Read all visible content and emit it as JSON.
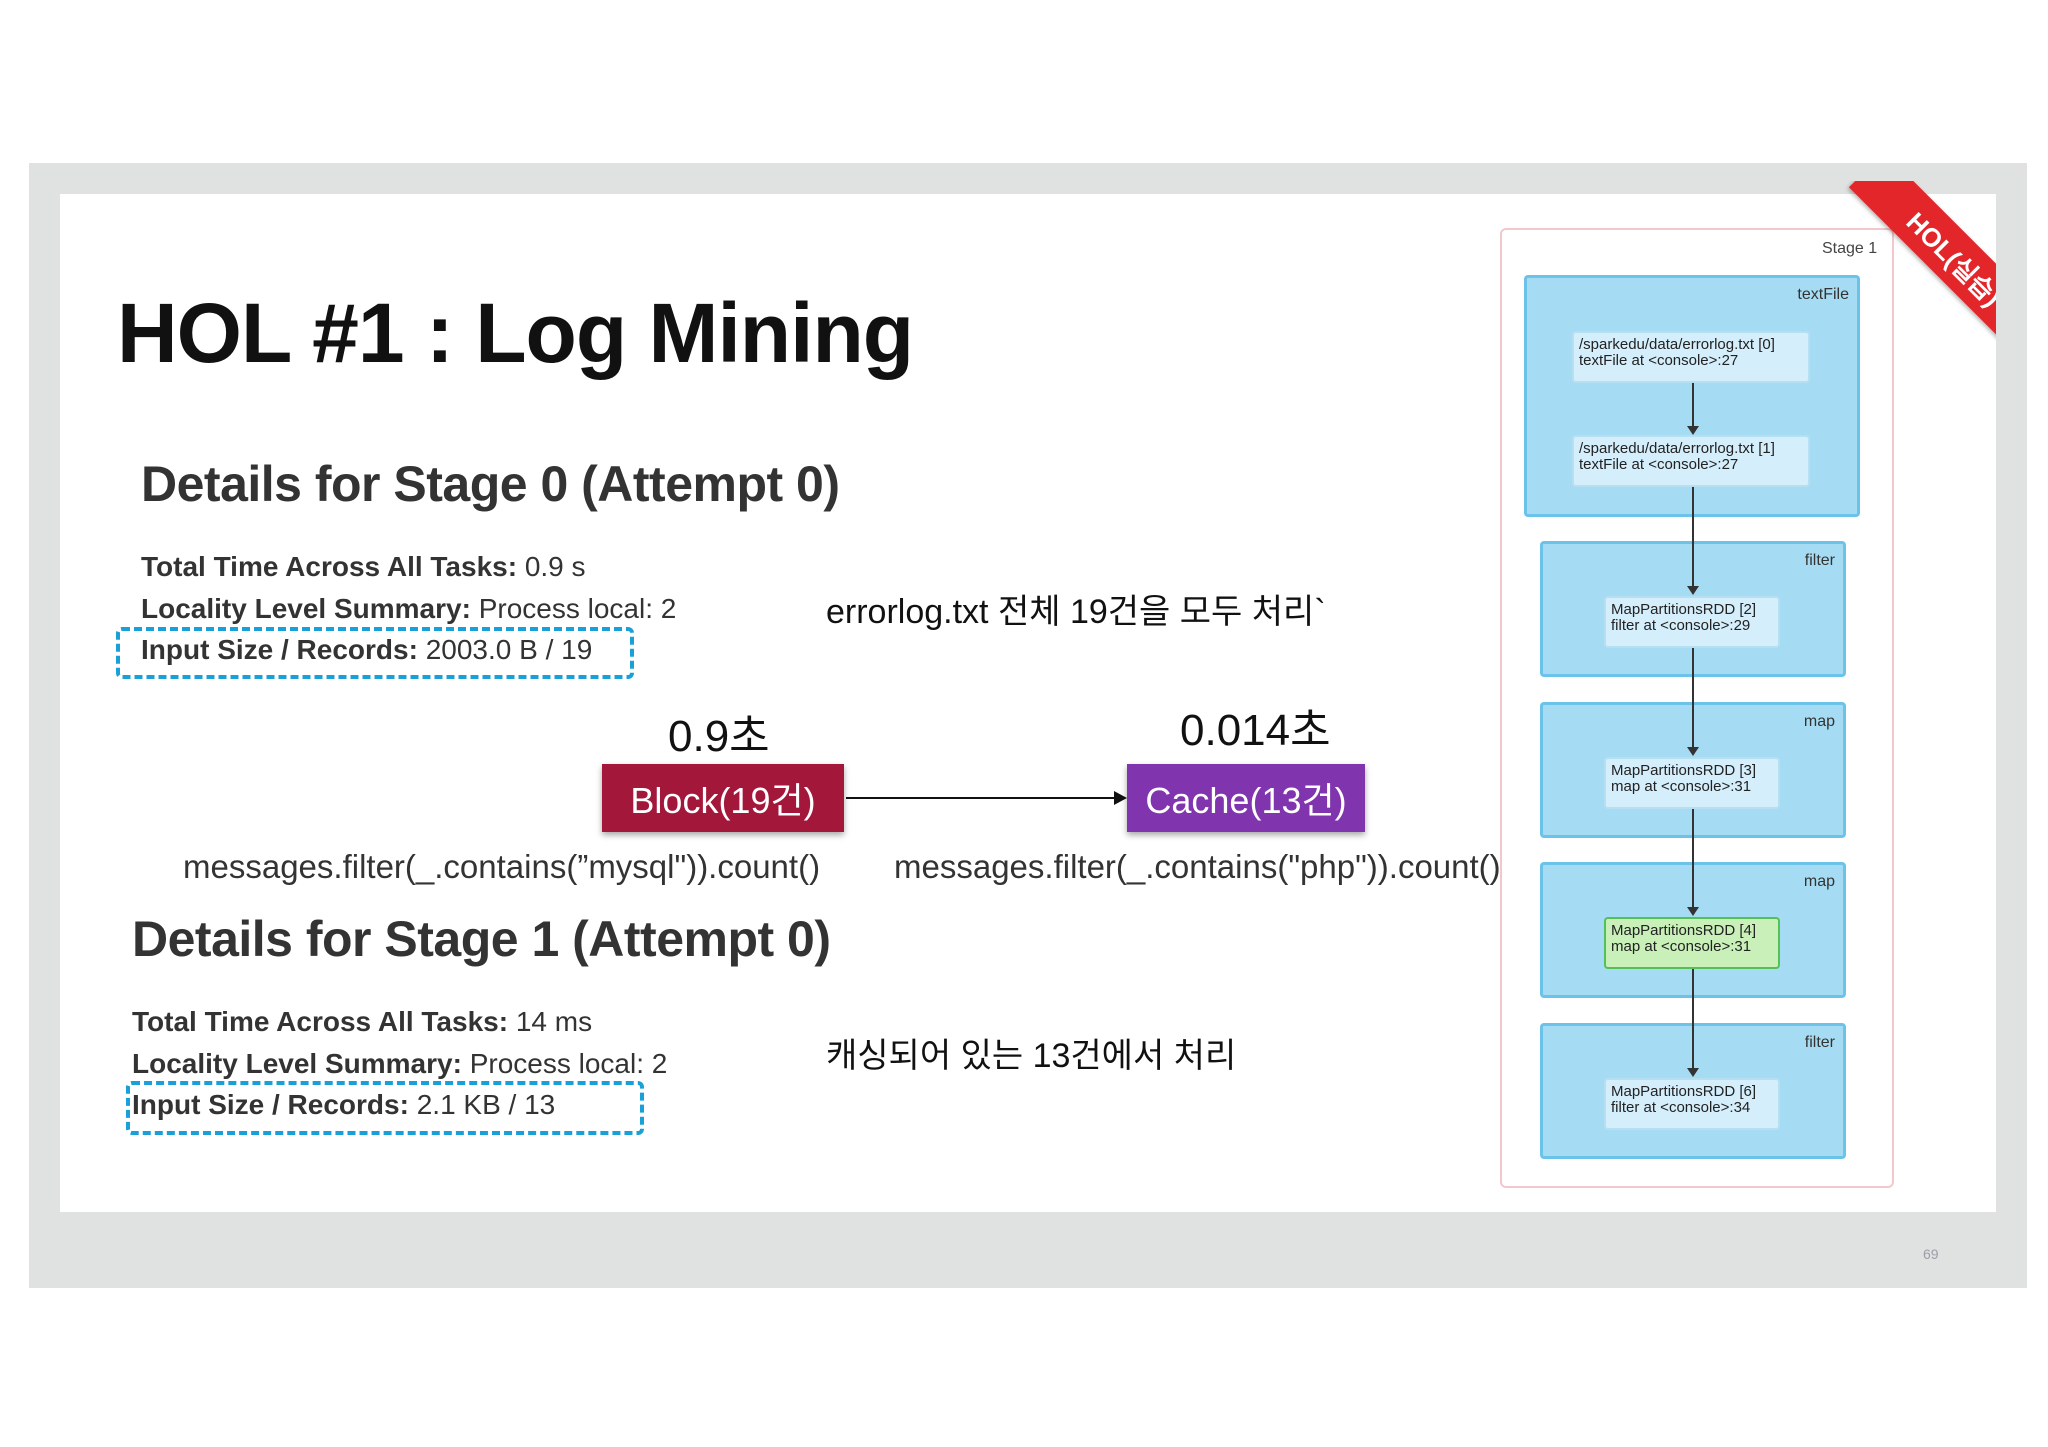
{
  "title": "HOL #1 : Log Mining",
  "stage0": {
    "heading": "Details for Stage 0 (Attempt 0)",
    "total_time_label": "Total Time Across All Tasks:",
    "total_time_value": "0.9 s",
    "locality_label": "Locality Level Summary:",
    "locality_value": "Process local: 2",
    "input_label": "Input Size / Records:",
    "input_value": "2003.0 B / 19"
  },
  "stage1": {
    "heading": "Details for Stage 1 (Attempt 0)",
    "total_time_label": "Total Time Across All Tasks:",
    "total_time_value": "14 ms",
    "locality_label": "Locality Level Summary:",
    "locality_value": "Process local: 2",
    "input_label": "Input Size / Records:",
    "input_value": "2.1 KB / 13"
  },
  "notes": {
    "errorlog": "errorlog.txt 전체 19건을 모두 처리`",
    "cached": "캐싱되어 있는 13건에서 처리"
  },
  "flow": {
    "block_time": "0.9초",
    "cache_time": "0.014초",
    "block_label": "Block(19건)",
    "cache_label": "Cache(13건)",
    "block_code": "messages.filter(_.contains(”mysql\")).count()",
    "cache_code": "messages.filter(_.contains(\"php\")).count()"
  },
  "dag": {
    "stage_label": "Stage 1",
    "clusters": [
      {
        "label": "textFile"
      },
      {
        "label": "filter"
      },
      {
        "label": "map"
      },
      {
        "label": "map"
      },
      {
        "label": "filter"
      }
    ],
    "nodes": [
      {
        "line1": "/sparkedu/data/errorlog.txt [0]",
        "line2": "textFile at <console>:27"
      },
      {
        "line1": "/sparkedu/data/errorlog.txt [1]",
        "line2": "textFile at <console>:27"
      },
      {
        "line1": "MapPartitionsRDD [2]",
        "line2": "filter at <console>:29"
      },
      {
        "line1": "MapPartitionsRDD [3]",
        "line2": "map at <console>:31"
      },
      {
        "line1": "MapPartitionsRDD [4]",
        "line2": "map at <console>:31"
      },
      {
        "line1": "MapPartitionsRDD [6]",
        "line2": "filter at <console>:34"
      }
    ]
  },
  "ribbon": "HOL(실습)",
  "page_number": "69",
  "colors": {
    "block": "#a3173a",
    "cache": "#8034ae",
    "dash_highlight": "#1aa0d8",
    "cluster_fill": "#a6dcf3",
    "cached_node": "#c8f0b8",
    "ribbon": "#e3262a"
  }
}
